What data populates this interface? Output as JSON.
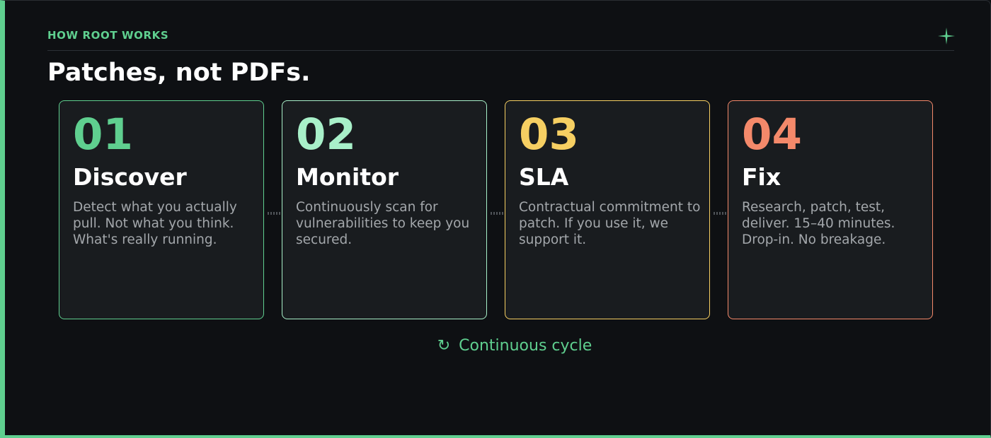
{
  "header": {
    "eyebrow": "HOW ROOT WORKS",
    "title": "Patches, not PDFs.",
    "accent_icon": "sparkle-icon"
  },
  "steps": [
    {
      "number": "01",
      "name": "Discover",
      "description": "Detect what you actually pull. Not what you think. What's really running.",
      "color": "#5fcf8f"
    },
    {
      "number": "02",
      "name": "Monitor",
      "description": "Continuously scan for vulnerabilities to keep you secured.",
      "color": "#a8f0c9"
    },
    {
      "number": "03",
      "name": "SLA",
      "description": "Contractual commitment to patch. If you use it, we support it.",
      "color": "#f6cf62"
    },
    {
      "number": "04",
      "name": "Fix",
      "description": "Research, patch, test, deliver. 15–40 minutes. Drop-in. No breakage.",
      "color": "#f4896a"
    }
  ],
  "footer": {
    "cycle_icon": "↻",
    "cycle_label": "Continuous cycle"
  },
  "colors": {
    "accent": "#5fcf8f",
    "background": "#0e1013",
    "card_background": "#191c1f"
  }
}
